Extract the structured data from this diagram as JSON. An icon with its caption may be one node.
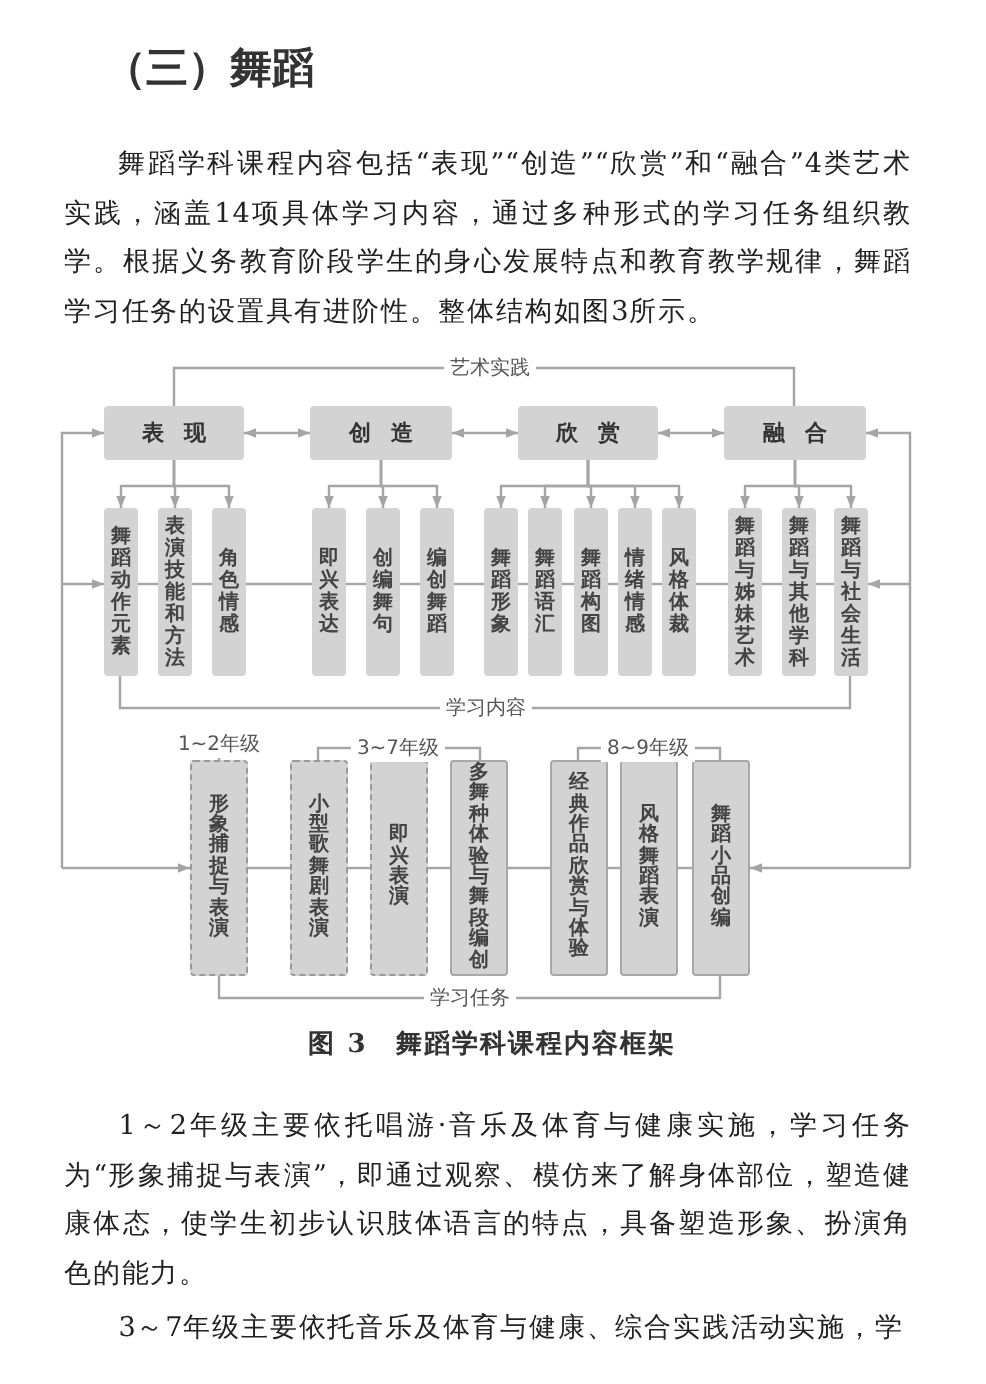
{
  "diagram": {
    "title": "（三）舞蹈",
    "caption": "图 3　舞蹈学科课程内容框架",
    "nodes": [
      {
        "text": [
          "表现"
        ]
      },
      {
        "text": [
          "创造"
        ]
      },
      {
        "text": [
          "欣赏"
        ]
      },
      {
        "text": [
          "融合"
        ]
      },
      {
        "text": [
          "舞蹈动作元素"
        ]
      },
      {
        "text": [
          "表演技能和方法"
        ]
      },
      {
        "text": [
          "角色情感"
        ]
      },
      {
        "text": [
          "即兴表达"
        ]
      },
      {
        "text": [
          "创编舞句"
        ]
      },
      {
        "text": [
          "编创舞蹈"
        ]
      },
      {
        "text": [
          "舞蹈形象"
        ]
      },
      {
        "text": [
          "舞蹈语汇"
        ]
      },
      {
        "text": [
          "舞蹈构图"
        ]
      },
      {
        "text": [
          "情绪情感"
        ]
      },
      {
        "text": [
          "风格体裁"
        ]
      },
      {
        "text": [
          "舞蹈与姊妹艺术"
        ]
      },
      {
        "text": [
          "舞蹈与其他学科"
        ]
      },
      {
        "text": [
          "舞蹈与社会生活"
        ]
      },
      {
        "text": [
          "形象捕捉与表演"
        ]
      },
      {
        "text": [
          "小型歌舞剧表演"
        ]
      },
      {
        "text": [
          "即兴表演"
        ]
      },
      {
        "text": [
          "多舞种体验与舞段编创"
        ]
      },
      {
        "text": [
          "经典作品欣赏与体验"
        ]
      },
      {
        "text": [
          "风格舞蹈表演"
        ]
      },
      {
        "text": [
          "舞蹈小品创编"
        ]
      }
    ],
    "edges": [
      {
        "from": 0,
        "to": 1,
        "arrow": "both"
      },
      {
        "from": 1,
        "to": 2,
        "arrow": "both"
      },
      {
        "from": 2,
        "to": 3,
        "arrow": "both"
      },
      {
        "from": 0,
        "to": 4,
        "arrow": "to"
      },
      {
        "from": 0,
        "to": 5,
        "arrow": "to"
      },
      {
        "from": 0,
        "to": 6,
        "arrow": "to"
      },
      {
        "from": 1,
        "to": 7,
        "arrow": "to"
      },
      {
        "from": 1,
        "to": 8,
        "arrow": "to"
      },
      {
        "from": 1,
        "to": 9,
        "arrow": "to"
      },
      {
        "from": 2,
        "to": 10,
        "arrow": "to"
      },
      {
        "from": 2,
        "to": 11,
        "arrow": "to"
      },
      {
        "from": 2,
        "to": 12,
        "arrow": "to"
      },
      {
        "from": 2,
        "to": 13,
        "arrow": "to"
      },
      {
        "from": 2,
        "to": 14,
        "arrow": "to"
      },
      {
        "from": 3,
        "to": 15,
        "arrow": "to"
      },
      {
        "from": 3,
        "to": 16,
        "arrow": "to"
      },
      {
        "from": 3,
        "to": 17,
        "arrow": "to"
      },
      {
        "from": 4,
        "to": 5,
        "arrow": "none"
      },
      {
        "from": 5,
        "to": 6,
        "arrow": "none"
      },
      {
        "from": 6,
        "to": 7,
        "arrow": "none"
      },
      {
        "from": 7,
        "to": 8,
        "arrow": "none"
      },
      {
        "from": 8,
        "to": 9,
        "arrow": "none"
      },
      {
        "from": 9,
        "to": 10,
        "arrow": "none"
      },
      {
        "from": 10,
        "to": 11,
        "arrow": "none"
      },
      {
        "from": 11,
        "to": 12,
        "arrow": "none"
      },
      {
        "from": 12,
        "to": 13,
        "arrow": "none"
      },
      {
        "from": 13,
        "to": 14,
        "arrow": "none"
      },
      {
        "from": 14,
        "to": 15,
        "arrow": "none"
      },
      {
        "from": 15,
        "to": 16,
        "arrow": "none"
      },
      {
        "from": 16,
        "to": 17,
        "arrow": "none"
      },
      {
        "from": 18,
        "to": 19,
        "arrow": "none"
      },
      {
        "from": 19,
        "to": 20,
        "arrow": "none"
      },
      {
        "from": 20,
        "to": 21,
        "arrow": "none"
      },
      {
        "from": 21,
        "to": 22,
        "arrow": "none"
      },
      {
        "from": 22,
        "to": 23,
        "arrow": "none"
      },
      {
        "from": 23,
        "to": 24,
        "arrow": "none"
      },
      {
        "from": null,
        "to": 0,
        "arrow": "to"
      },
      {
        "from": null,
        "to": 4,
        "arrow": "to"
      },
      {
        "from": null,
        "to": 18,
        "arrow": "to"
      },
      {
        "from": null,
        "to": 3,
        "arrow": "to"
      },
      {
        "from": null,
        "to": 17,
        "arrow": "to"
      },
      {
        "from": null,
        "to": 24,
        "arrow": "to"
      }
    ],
    "labels": [
      "舞蹈学科课程内容包括“表现”“创造”“欣赏”和“融合”4类艺术实践，涵盖14项具体学习内容，通过多种形式的学习任务组织教学。根据义务教育阶段学生的身心发展特点和教育教学规律，舞蹈学习任务的设置具有进阶性。整体结构如图3所示。",
      "艺术实践",
      "学习内容",
      "1~2年级",
      "3~7年级",
      "8~9年级",
      "学习任务",
      "1～2年级主要依托唱游·音乐及体育与健康实施，学习任务为“形象捕捉与表演”，即通过观察、模仿来了解身体部位，塑造健康体态，使学生初步认识肢体语言的特点，具备塑造形象、扮演角色的能力。",
      "3～7年级主要依托音乐及体育与健康、综合实践活动实施，学"
    ]
  }
}
